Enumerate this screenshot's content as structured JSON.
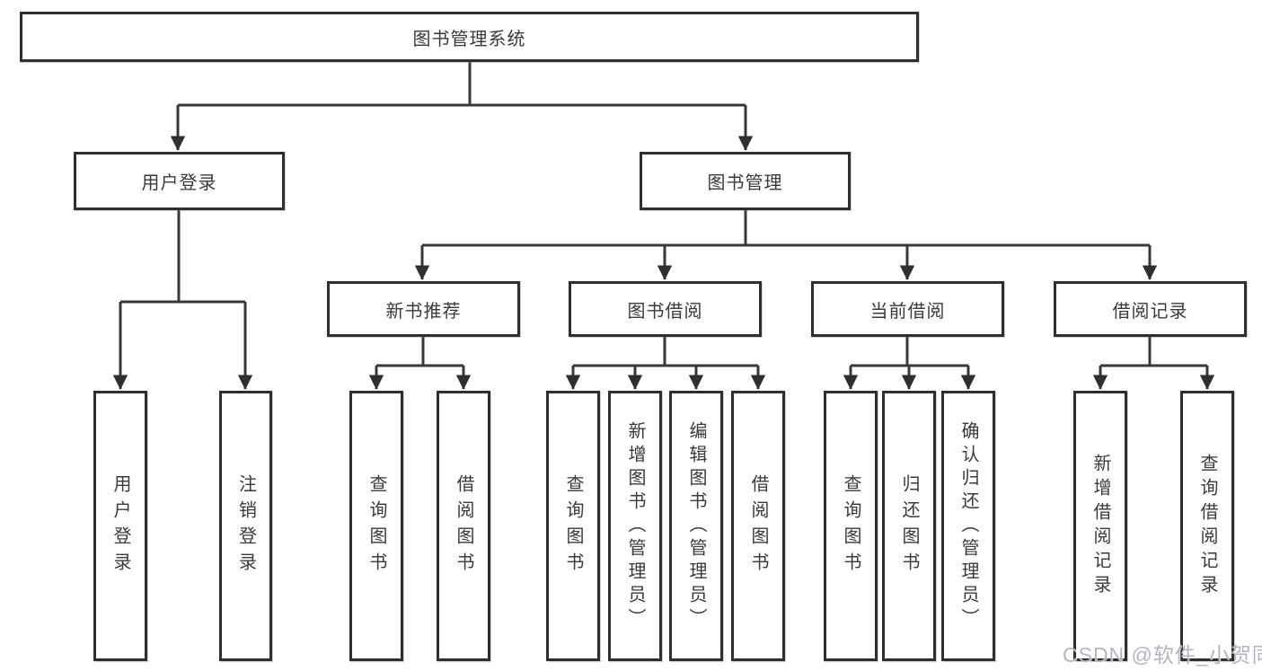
{
  "diagram": {
    "title_node": {
      "label": "图书管理系统"
    },
    "level2": {
      "user_login": {
        "label": "用户登录"
      },
      "book_manage": {
        "label": "图书管理"
      }
    },
    "level3": {
      "new_book": {
        "label": "新书推荐"
      },
      "book_borrow": {
        "label": "图书借阅"
      },
      "current_borrow": {
        "label": "当前借阅"
      },
      "borrow_record": {
        "label": "借阅记录"
      }
    },
    "leaves": {
      "user_login": [
        {
          "label": "用户登录"
        },
        {
          "label": "注销登录"
        }
      ],
      "new_book": [
        {
          "label": "查询图书"
        },
        {
          "label": "借阅图书"
        }
      ],
      "book_borrow": [
        {
          "label": "查询图书"
        },
        {
          "label": "新增图书（管理员）"
        },
        {
          "label": "编辑图书（管理员）"
        },
        {
          "label": "借阅图书"
        }
      ],
      "current_borrow": [
        {
          "label": "查询图书"
        },
        {
          "label": "归还图书"
        },
        {
          "label": "确认归还（管理员）"
        }
      ],
      "borrow_record": [
        {
          "label": "新增借阅记录"
        },
        {
          "label": "查询借阅记录"
        }
      ]
    }
  },
  "watermark": {
    "text": "CSDN @软件_小贺同学"
  },
  "colors": {
    "line": "#383838",
    "border": "#2f2f2f",
    "text": "#3a3a3a",
    "background": "#ffffff",
    "watermark": "#b2b7bf"
  }
}
